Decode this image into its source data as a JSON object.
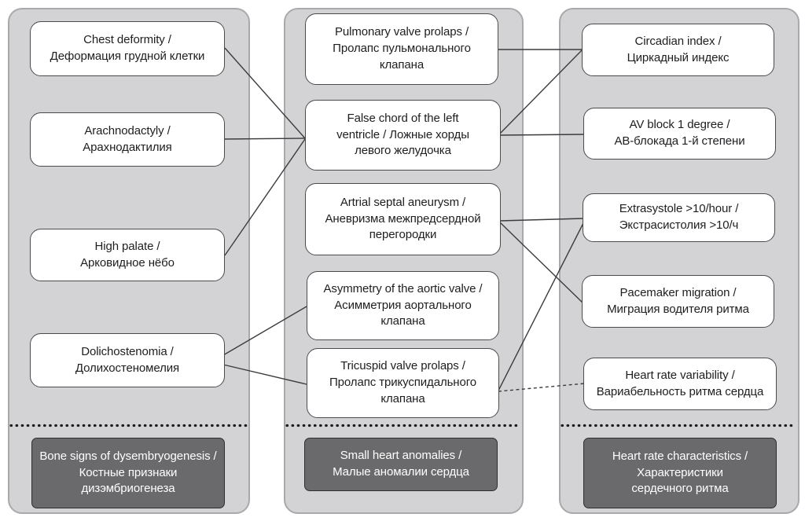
{
  "figure": {
    "type": "flow-diagram",
    "colors": {
      "panel_bg": "#d3d3d5",
      "panel_border": "#a9a9ab",
      "node_bg": "#ffffff",
      "node_border": "#4b4b4d",
      "footer_bg": "#6a6a6c",
      "footer_border": "#2e2e30",
      "footer_text": "#ffffff",
      "connector_line": "#3c3c3e",
      "text": "#1e1e20"
    },
    "columns": [
      {
        "name": "bone-signs",
        "nodes": [
          {
            "id": "chest-deformity",
            "label": "Chest deformity /\nДеформация грудной клетки"
          },
          {
            "id": "arachnodactyly",
            "label": "Arachnodactyly /\nАрахнодактилия"
          },
          {
            "id": "high-palate",
            "label": "High palate /\nАрковидное нёбо"
          },
          {
            "id": "dolichostenomia",
            "label": "Dolichostenomia /\nДолихостеномелия"
          }
        ],
        "footer": "Bone signs of dysembryogenesis /\nКостные признаки\nдизэмбриогенеза"
      },
      {
        "name": "small-heart-anomalies",
        "nodes": [
          {
            "id": "pulmonary-valve-prolaps",
            "label": "Pulmonary valve prolaps /\nПролапс пульмонального\nклапана"
          },
          {
            "id": "false-chord",
            "label": "False chord of the left\nventricle / Ложные хорды\nлевого желудочка"
          },
          {
            "id": "atrial-septal-aneurysm",
            "label": "Artrial septal aneurysm /\nАневризма межпредсердной\nперегородки"
          },
          {
            "id": "aortic-valve-asymmetry",
            "label": "Asymmetry of the aortic valve /\nАсимметрия аортального\nклапана"
          },
          {
            "id": "tricuspid-valve-prolaps",
            "label": "Tricuspid valve prolaps /\nПролапс трикуспидального\nклапана"
          }
        ],
        "footer": "Small heart anomalies /\nМалые аномалии сердца"
      },
      {
        "name": "heart-rate-characteristics",
        "nodes": [
          {
            "id": "circadian-index",
            "label": "Circadian index /\nЦиркадный индекс"
          },
          {
            "id": "av-block-1-degree",
            "label": "AV block 1 degree /\nАВ-блокада 1-й степени"
          },
          {
            "id": "extrasystole",
            "label": "Extrasystole >10/hour /\nЭкстрасистолия >10/ч"
          },
          {
            "id": "pacemaker-migration",
            "label": "Pacemaker migration /\nМиграция водителя ритма"
          },
          {
            "id": "heart-rate-variability",
            "label": "Heart rate variability /\nВариабельность ритма сердца"
          }
        ],
        "footer": "Heart rate characteristics /\nХарактеристики\nсердечного ритма"
      }
    ],
    "connections": [
      {
        "from": "chest-deformity",
        "to": "false-chord",
        "style": "solid"
      },
      {
        "from": "arachnodactyly",
        "to": "false-chord",
        "style": "solid"
      },
      {
        "from": "high-palate",
        "to": "false-chord",
        "style": "solid"
      },
      {
        "from": "dolichostenomia",
        "to": "aortic-valve-asymmetry",
        "style": "solid"
      },
      {
        "from": "dolichostenomia",
        "to": "tricuspid-valve-prolaps",
        "style": "solid"
      },
      {
        "from": "pulmonary-valve-prolaps",
        "to": "circadian-index",
        "style": "solid"
      },
      {
        "from": "false-chord",
        "to": "circadian-index",
        "style": "solid"
      },
      {
        "from": "false-chord",
        "to": "av-block-1-degree",
        "style": "solid"
      },
      {
        "from": "atrial-septal-aneurysm",
        "to": "extrasystole",
        "style": "solid"
      },
      {
        "from": "atrial-septal-aneurysm",
        "to": "pacemaker-migration",
        "style": "solid"
      },
      {
        "from": "tricuspid-valve-prolaps",
        "to": "extrasystole",
        "style": "solid"
      },
      {
        "from": "tricuspid-valve-prolaps",
        "to": "heart-rate-variability",
        "style": "dashed"
      }
    ]
  }
}
